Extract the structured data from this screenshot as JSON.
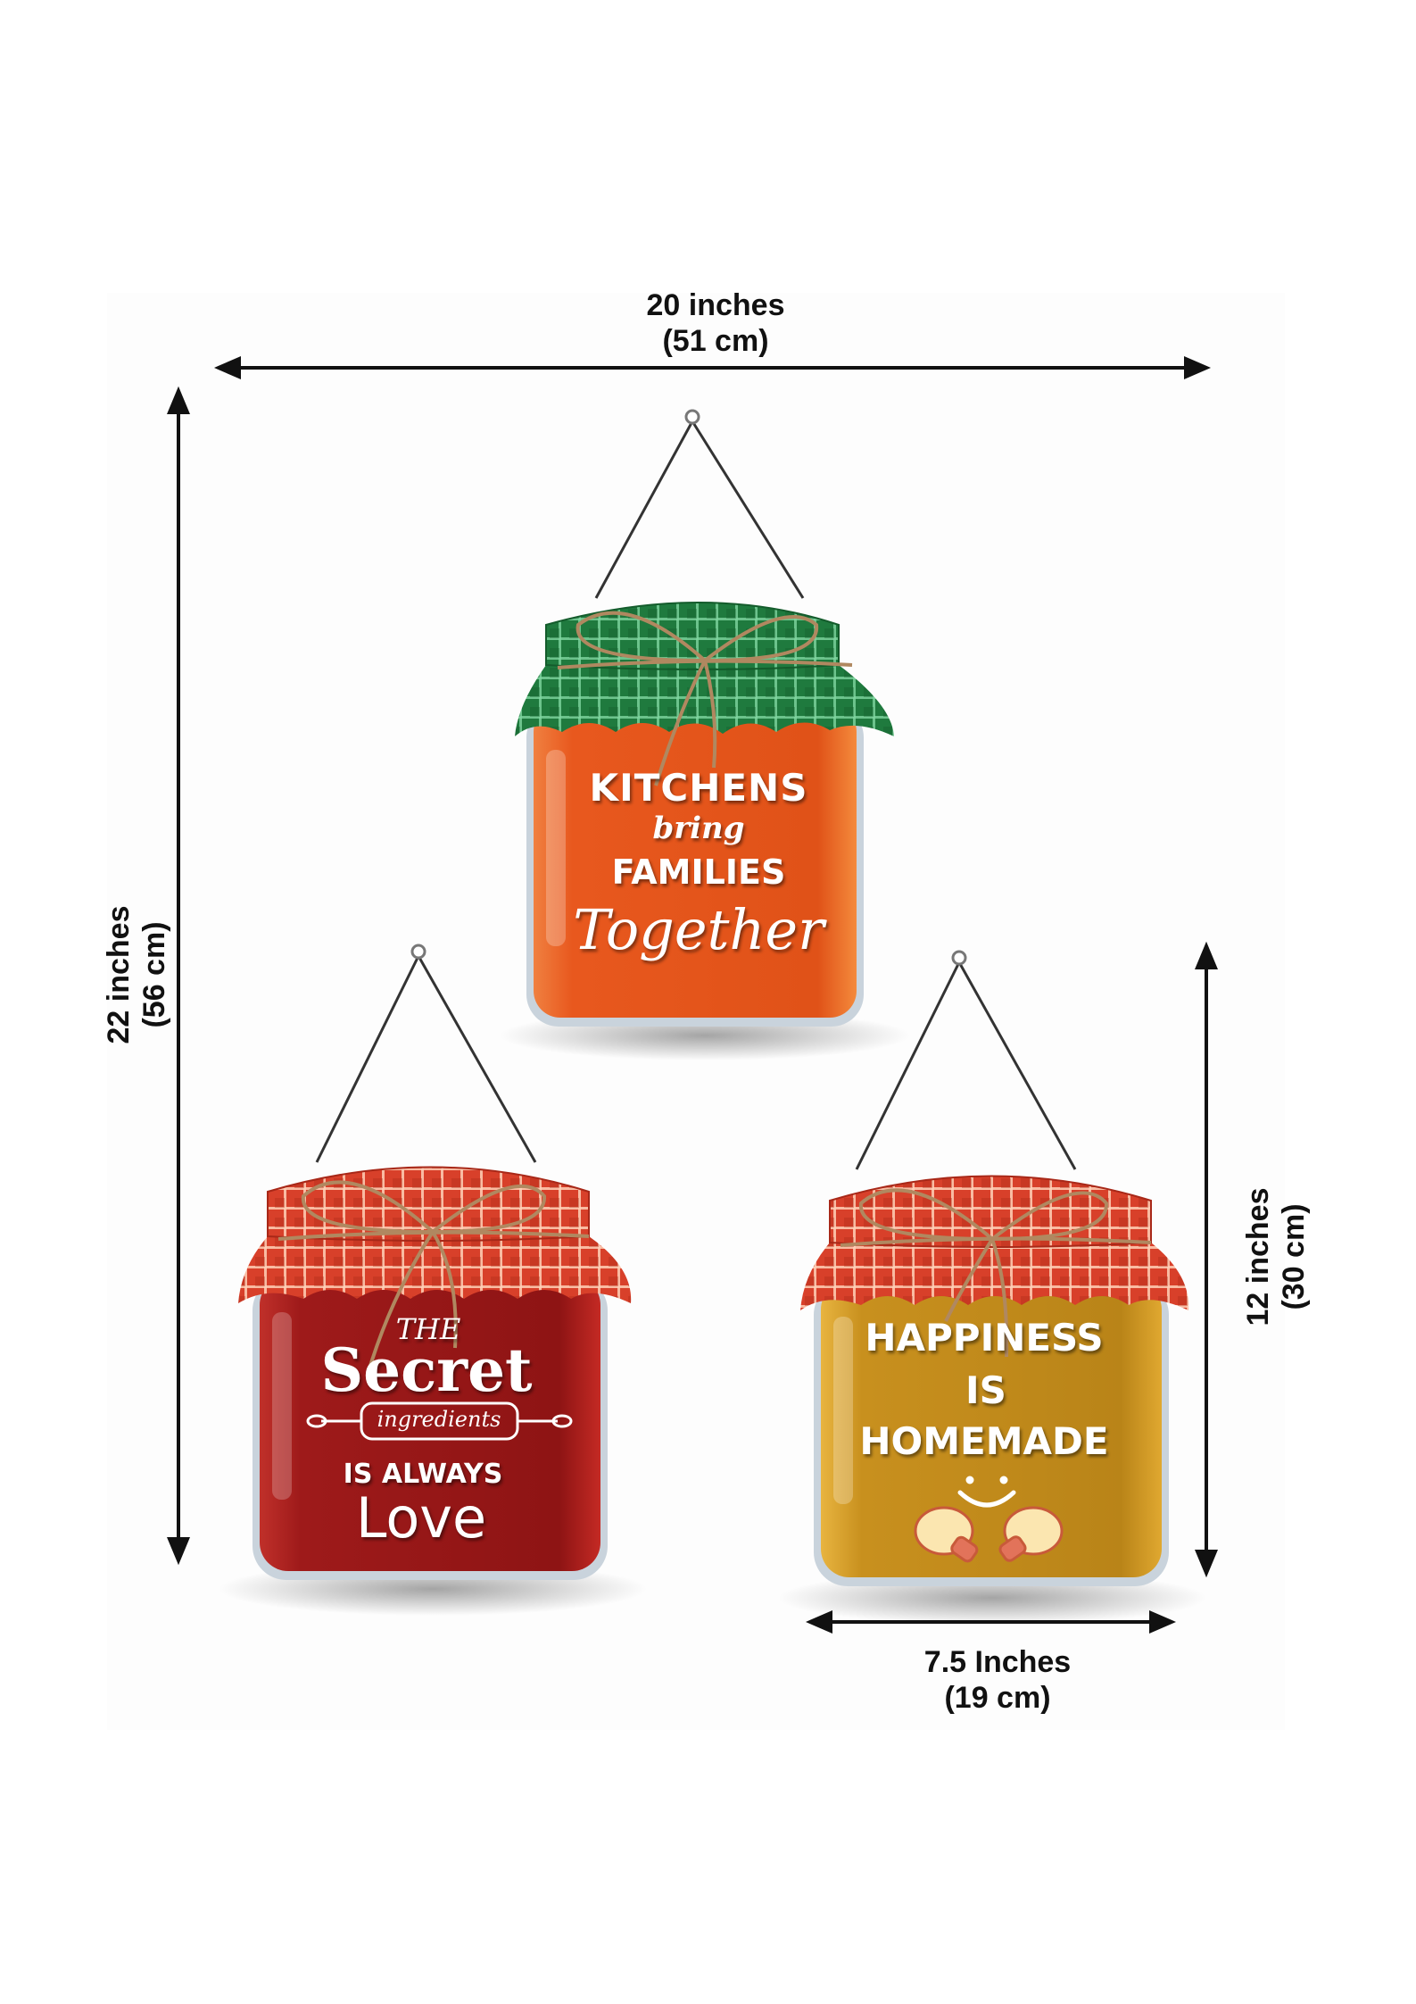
{
  "dimensions": {
    "overall_width": {
      "inches": "20 inches",
      "cm": "(51 cm)"
    },
    "overall_height": {
      "inches": "22 inches",
      "cm": "(56 cm)"
    },
    "jar_height": {
      "inches": "12 inches",
      "cm": "(30 cm)"
    },
    "jar_width": {
      "inches": "7.5 Inches",
      "cm": "(19 cm)"
    }
  },
  "jars": [
    {
      "position": "top-center",
      "lid_color": "#1f7a3e",
      "body_color": "#e8581e",
      "lines": [
        "KITCHENS",
        "bring",
        "FAMILIES",
        "Together"
      ]
    },
    {
      "position": "bottom-left",
      "lid_color": "#d8402a",
      "body_color": "#9e1a1a",
      "lines": [
        "THE",
        "Secret",
        "ingredients",
        "IS ALWAYS",
        "Love"
      ]
    },
    {
      "position": "bottom-right",
      "lid_color": "#d8402a",
      "body_color": "#c8901e",
      "lines": [
        "HAPPINESS",
        "IS",
        "HOMEMADE"
      ]
    }
  ],
  "colors": {
    "arrow": "#111111",
    "twine": "#b08860",
    "glass": "#c9d3dc",
    "string": "#333333"
  }
}
